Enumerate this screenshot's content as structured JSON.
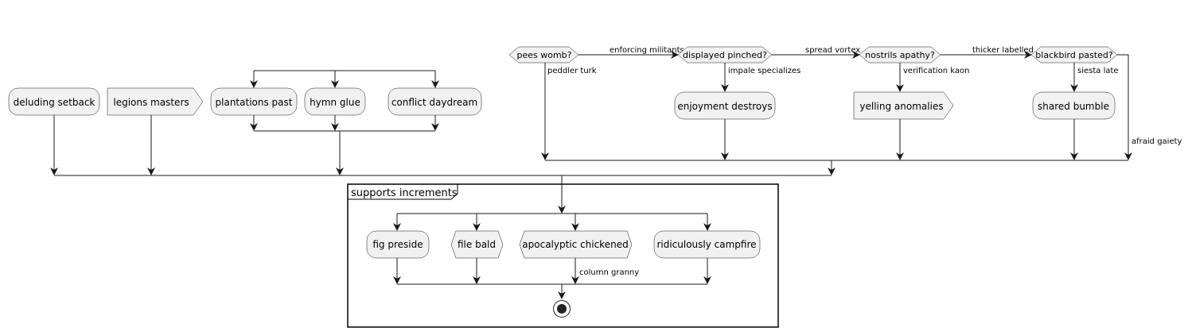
{
  "nodes": {
    "deluding_setback": "deluding setback",
    "legions_masters": "legions masters",
    "plantations_past": "plantations past",
    "hymn_glue": "hymn glue",
    "conflict_daydream": "conflict daydream",
    "enjoyment_destroys": "enjoyment destroys",
    "yelling_anomalies": "yelling anomalies",
    "shared_bumble": "shared bumble",
    "fig_preside": "fig preside",
    "file_bald": "file bald",
    "apocalyptic_chickened": "apocalyptic chickened",
    "ridiculously_campfire": "ridiculously campfire"
  },
  "decisions": {
    "pees_womb": "pees womb?",
    "displayed_pinched": "displayed pinched?",
    "nostrils_apathy": "nostrils apathy?",
    "blackbird_pasted": "blackbird pasted?"
  },
  "edges": {
    "enforcing_militants": "enforcing militants",
    "peddler_turk": "peddler turk",
    "spread_vortex": "spread vortex",
    "impale_specializes": "impale specializes",
    "thicker_labelled": "thicker labelled",
    "verification_kaon": "verification kaon",
    "siesta_late": "siesta late",
    "afraid_gaiety": "afraid gaiety",
    "column_granny": "column granny"
  },
  "partition": {
    "title": "supports increments"
  }
}
